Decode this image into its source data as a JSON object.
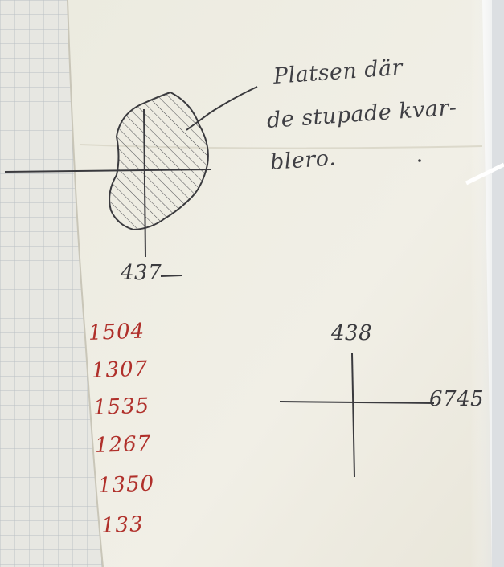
{
  "note": {
    "lines": [
      "Platsen där",
      "de stupade kvar-",
      "blero."
    ]
  },
  "upper_cross": {
    "label": "437"
  },
  "lower_cross": {
    "top_label": "438",
    "right_label": "6745"
  },
  "red_numbers": [
    "1504",
    "1307",
    "1535",
    "1267",
    "1350",
    "133"
  ],
  "colors": {
    "paper": "#eeeadb",
    "grid_paper": "#e7e7e2",
    "grid_line": "#b9bfc4",
    "pencil": "#3a3a3e",
    "red_ink": "#b0302b"
  }
}
